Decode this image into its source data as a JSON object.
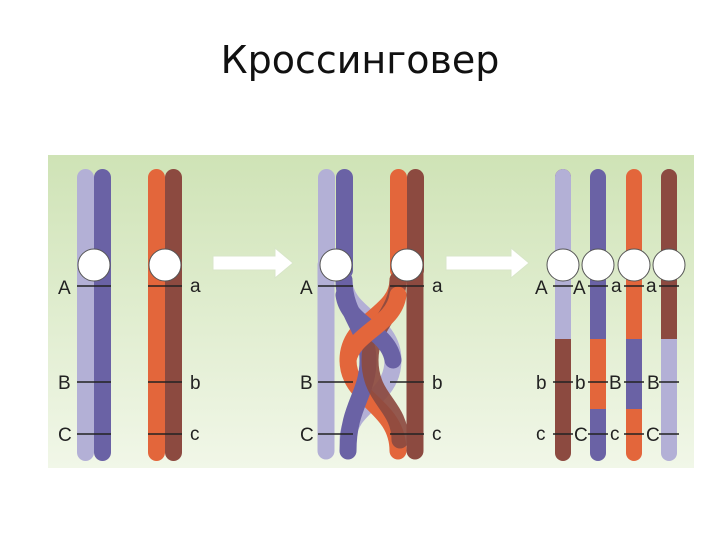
{
  "slide": {
    "title": "Кроссинговер"
  },
  "colors": {
    "background_top": "#cfe3b6",
    "background_bottom": "#f1f7e8",
    "light_purple": "#b3b0d6",
    "dark_purple": "#6a62a5",
    "orange": "#e3663b",
    "brown": "#8c4a40",
    "arrow": "#ffffff"
  },
  "labels": {
    "stage1": {
      "left": [
        "A",
        "B",
        "C"
      ],
      "right": [
        "a",
        "b",
        "c"
      ]
    },
    "stage2": {
      "left": [
        "A",
        "B",
        "C"
      ],
      "right": [
        "a",
        "b",
        "c"
      ]
    },
    "stage3": {
      "top": [
        "A",
        "A",
        "a",
        "a"
      ],
      "mid": [
        "b",
        "b",
        "B",
        "B"
      ],
      "bot": [
        "c",
        "C",
        "c",
        "C"
      ]
    }
  },
  "icons": [
    "right-arrow-icon",
    "right-arrow-icon"
  ]
}
